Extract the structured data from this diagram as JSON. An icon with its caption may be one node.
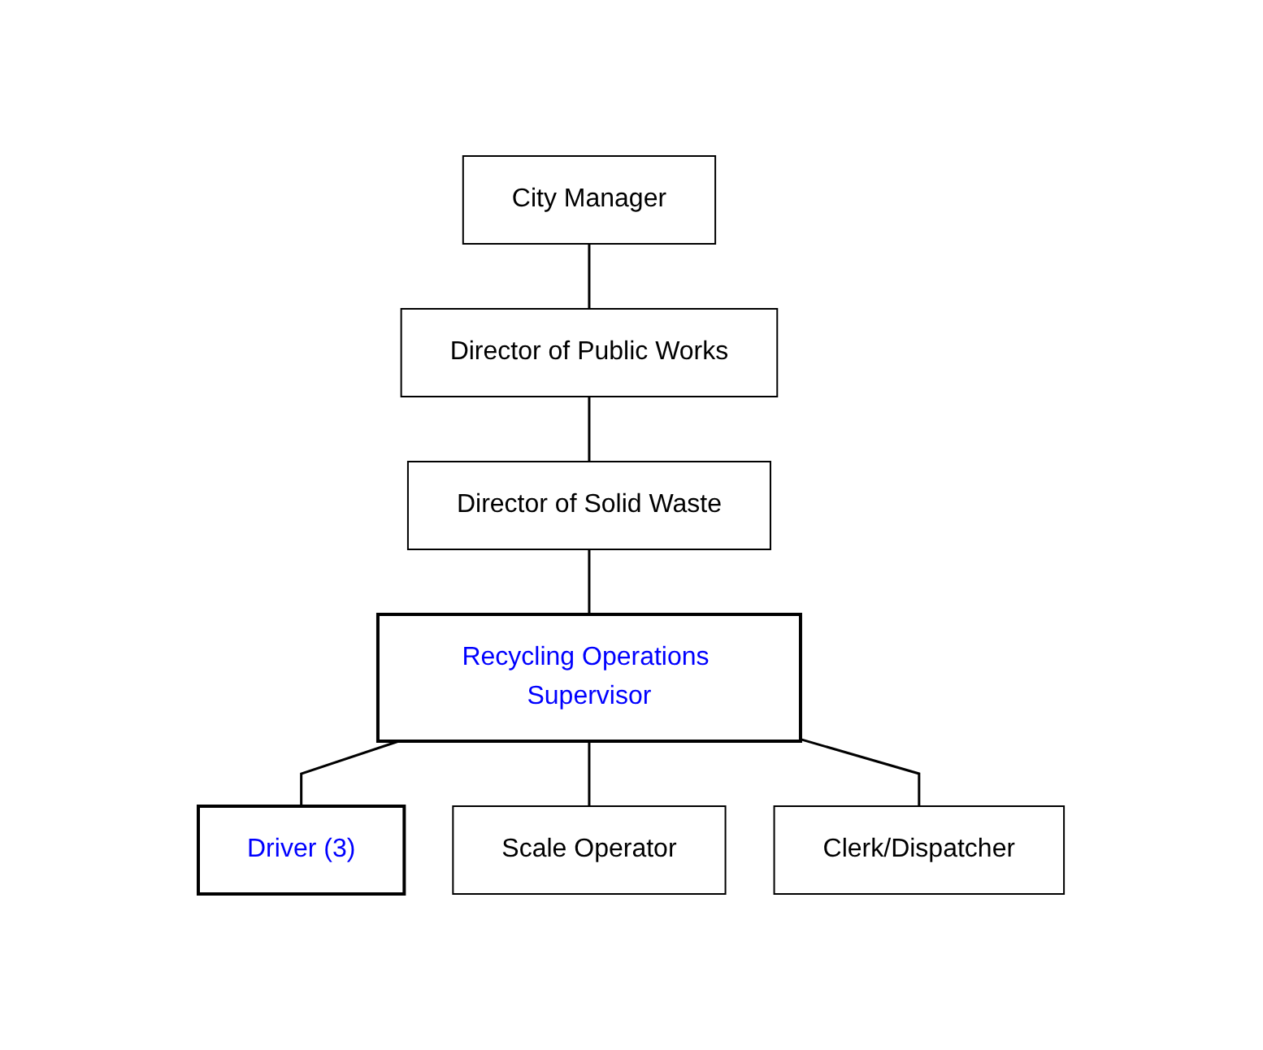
{
  "diagram": {
    "nodes": [
      {
        "text": [
          "City Manager"
        ]
      },
      {
        "text": [
          "Director of Public Works"
        ]
      },
      {
        "text": [
          "Director of Solid Waste"
        ]
      },
      {
        "text": [
          "Recycling Operations Supervisor"
        ]
      },
      {
        "text": [
          "Driver (3)"
        ]
      },
      {
        "text": [
          "Scale Operator"
        ]
      },
      {
        "text": [
          "Clerk/Dispatcher"
        ]
      }
    ],
    "edges": [
      {
        "from": 0,
        "to": 1,
        "arrow": "none"
      },
      {
        "from": 1,
        "to": 2,
        "arrow": "none"
      },
      {
        "from": 2,
        "to": 3,
        "arrow": "none"
      },
      {
        "from": 3,
        "to": 4,
        "arrow": "none"
      },
      {
        "from": 3,
        "to": 5,
        "arrow": "none"
      },
      {
        "from": 3,
        "to": 6,
        "arrow": "none"
      }
    ]
  }
}
